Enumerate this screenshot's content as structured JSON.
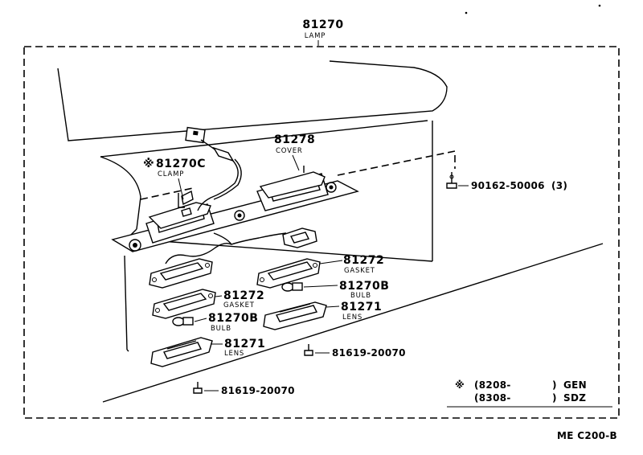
{
  "assembly": {
    "part_number": "81270",
    "label": "LAMP"
  },
  "callouts": [
    {
      "id": "clamp",
      "mark": "※",
      "part_number": "81270C",
      "label": "CLAMP"
    },
    {
      "id": "cover",
      "part_number": "81278",
      "label": "COVER"
    },
    {
      "id": "screw-top",
      "part_number": "90162-50006",
      "qty": "(3)"
    },
    {
      "id": "gasket-right",
      "part_number": "81272",
      "label": "GASKET"
    },
    {
      "id": "bulb-right",
      "part_number": "81270B",
      "label": "BULB"
    },
    {
      "id": "gasket-left",
      "part_number": "81272",
      "label": "GASKET"
    },
    {
      "id": "lens-right",
      "part_number": "81271",
      "label": "LENS"
    },
    {
      "id": "bulb-left",
      "part_number": "81270B",
      "label": "BULB"
    },
    {
      "id": "lens-left",
      "part_number": "81271",
      "label": "LENS"
    },
    {
      "id": "screw-mid",
      "part_number": "81619-20070"
    },
    {
      "id": "screw-bottom",
      "part_number": "81619-20070"
    }
  ],
  "legend": [
    {
      "mark": "※",
      "range": "(8208-",
      "close": ")",
      "code": "GEN"
    },
    {
      "mark": "",
      "range": "(8308-",
      "close": ")",
      "code": "SDZ"
    }
  ],
  "figure_code": "ME C200-B"
}
